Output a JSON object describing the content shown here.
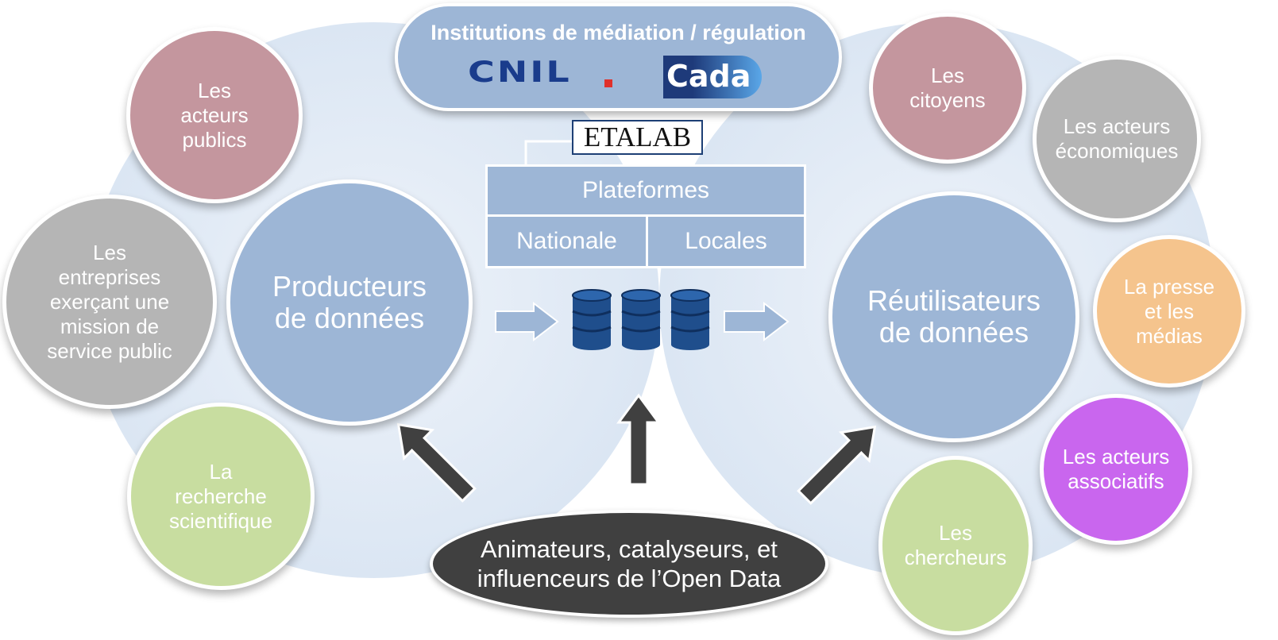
{
  "institutions": {
    "title": "Institutions de médiation / régulation",
    "logos": [
      {
        "text": "CNIL",
        "color": "#1a3c8c"
      },
      {
        "text": "Cada",
        "color": "#1e3a7a"
      }
    ]
  },
  "etalab": "ETALAB",
  "plateformes": {
    "title": "Plateformes",
    "nationale": "Nationale",
    "locales": "Locales"
  },
  "producteurs": {
    "label_line1": "Producteurs",
    "label_line2": "de données",
    "members": [
      {
        "lines": [
          "Les",
          "acteurs",
          "publics"
        ]
      },
      {
        "lines": [
          "Les",
          "entreprises",
          "exerçant une",
          "mission de",
          "service public"
        ]
      },
      {
        "lines": [
          "La",
          "recherche",
          "scientifique"
        ]
      }
    ]
  },
  "reutilisateurs": {
    "label_line1": "Réutilisateurs",
    "label_line2": "de données",
    "members": [
      {
        "lines": [
          "Les",
          "citoyens"
        ]
      },
      {
        "lines": [
          "Les acteurs",
          "économiques"
        ]
      },
      {
        "lines": [
          "La presse",
          "et les",
          "médias"
        ]
      },
      {
        "lines": [
          "Les acteurs",
          "associatifs"
        ]
      },
      {
        "lines": [
          "Les",
          "chercheurs"
        ]
      }
    ]
  },
  "animateurs": {
    "line1": "Animateurs, catalyseurs, et",
    "line2": "influenceurs de l’Open Data"
  },
  "colors": {
    "blue": "#9db6d6",
    "rose": "#c4969e",
    "grey": "#b5b5b5",
    "green": "#c8dda0",
    "orange": "#f5c48d",
    "purple": "#c966ee",
    "dark": "#404040",
    "database": "#1f4e8c"
  }
}
